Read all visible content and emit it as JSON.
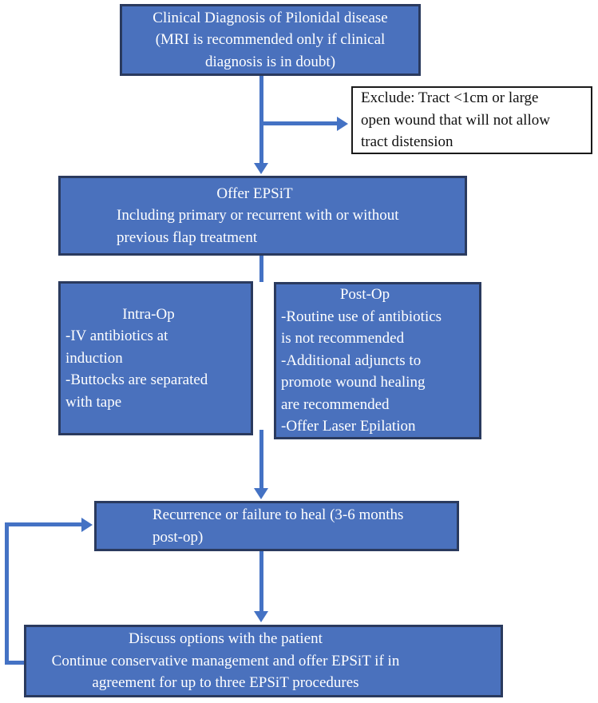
{
  "colors": {
    "box_fill": "#4a71bd",
    "box_border": "#2a3a5e",
    "connector": "#4472c4",
    "exclude_border": "#1a1a1a",
    "text_light": "#ffffff",
    "text_dark": "#111111",
    "background": "#ffffff"
  },
  "diagram_type": "flowchart",
  "nodes": {
    "diagnosis": {
      "lines": [
        "Clinical Diagnosis of Pilonidal disease",
        "(MRI is recommended only if clinical",
        "diagnosis is in doubt)"
      ]
    },
    "exclude": {
      "lines": [
        "Exclude: Tract <1cm or large",
        "open wound that will not allow",
        "tract distension"
      ]
    },
    "epsit": {
      "title": "Offer EPSiT",
      "body": [
        "Including primary or recurrent with or without",
        "previous flap treatment"
      ]
    },
    "intraop": {
      "title": "Intra-Op",
      "body": [
        "-IV antibiotics at",
        "induction",
        "-Buttocks are separated",
        "with tape"
      ]
    },
    "postop": {
      "title": "Post-Op",
      "body": [
        "-Routine use of antibiotics",
        "is not recommended",
        "-Additional adjuncts to",
        "promote wound healing",
        "are recommended",
        "-Offer Laser Epilation"
      ]
    },
    "recurrence": {
      "body": [
        "Recurrence or failure to heal (3-6 months",
        "post-op)"
      ]
    },
    "discuss": {
      "body": [
        "Discuss options with the patient",
        "Continue conservative management and offer EPSiT if in",
        "agreement for up to three EPSiT procedures"
      ]
    }
  }
}
